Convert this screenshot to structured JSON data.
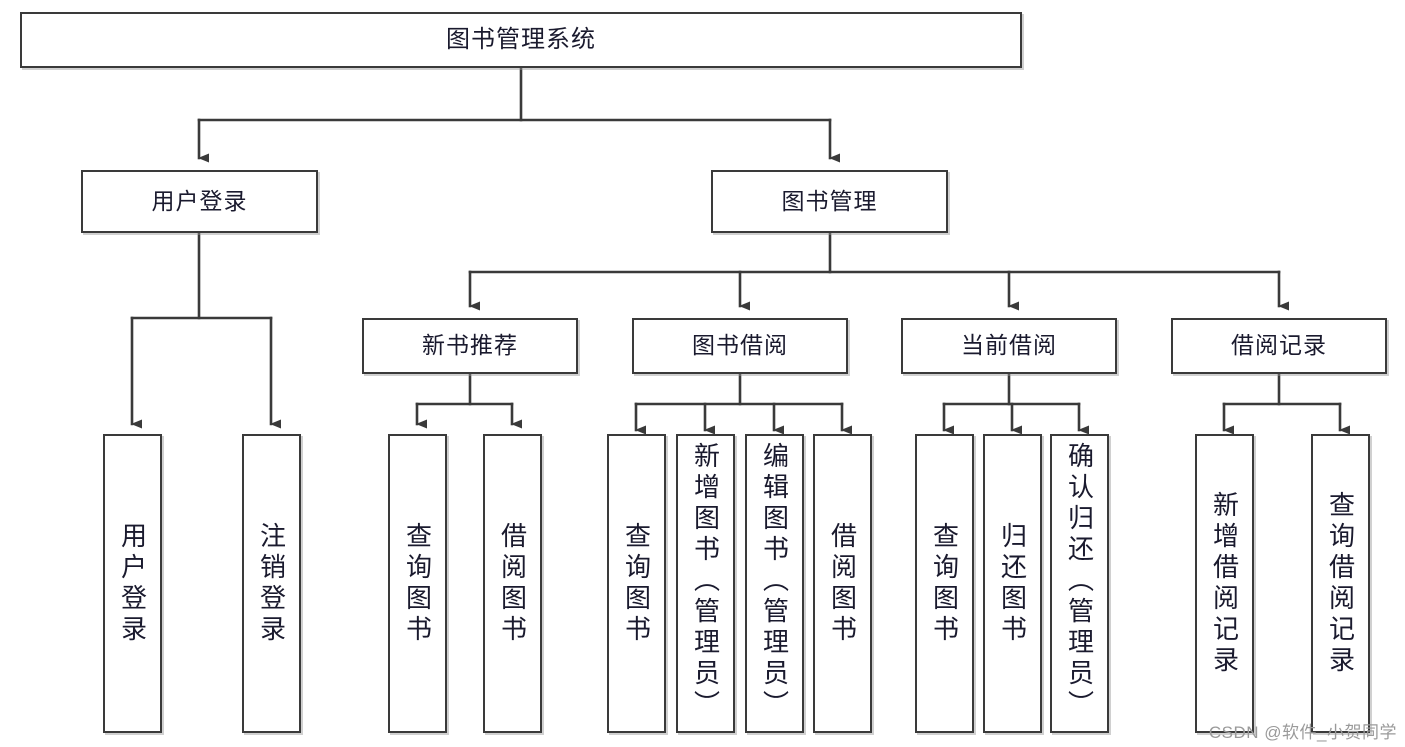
{
  "diagram": {
    "title": "图书管理系统",
    "type": "tree-hierarchy-chart",
    "root": {
      "id": "root",
      "label": "图书管理系统"
    },
    "level1": [
      {
        "id": "user-login",
        "label": "用户登录"
      },
      {
        "id": "book-manage",
        "label": "图书管理"
      }
    ],
    "level2": [
      {
        "id": "new-book-rec",
        "label": "新书推荐",
        "parent": "book-manage"
      },
      {
        "id": "book-borrow",
        "label": "图书借阅",
        "parent": "book-manage"
      },
      {
        "id": "current-borrow",
        "label": "当前借阅",
        "parent": "book-manage"
      },
      {
        "id": "borrow-record",
        "label": "借阅记录",
        "parent": "book-manage"
      }
    ],
    "leaves": [
      {
        "id": "leaf-user-login",
        "label": "用户登录",
        "parent": "user-login"
      },
      {
        "id": "leaf-logout",
        "label": "注销登录",
        "parent": "user-login"
      },
      {
        "id": "leaf-query-book-1",
        "label": "查询图书",
        "parent": "new-book-rec"
      },
      {
        "id": "leaf-borrow-book-1",
        "label": "借阅图书",
        "parent": "new-book-rec"
      },
      {
        "id": "leaf-query-book-2",
        "label": "查询图书",
        "parent": "book-borrow"
      },
      {
        "id": "leaf-add-book",
        "label": "新增图书（管理员）",
        "parent": "book-borrow"
      },
      {
        "id": "leaf-edit-book",
        "label": "编辑图书（管理员）",
        "parent": "book-borrow"
      },
      {
        "id": "leaf-borrow-book-2",
        "label": "借阅图书",
        "parent": "book-borrow"
      },
      {
        "id": "leaf-query-book-3",
        "label": "查询图书",
        "parent": "current-borrow"
      },
      {
        "id": "leaf-return-book",
        "label": "归还图书",
        "parent": "current-borrow"
      },
      {
        "id": "leaf-confirm-return",
        "label": "确认归还（管理员）",
        "parent": "current-borrow"
      },
      {
        "id": "leaf-add-record",
        "label": "新增借阅记录",
        "parent": "borrow-record"
      },
      {
        "id": "leaf-query-record",
        "label": "查询借阅记录",
        "parent": "borrow-record"
      }
    ],
    "colors": {
      "box_border": "#3a3a3a",
      "box_fill": "#ffffff",
      "connector": "#3a3a3a",
      "text": "#1a1a2e",
      "watermark": "#9a9a9a",
      "background": "#ffffff"
    }
  },
  "watermark": {
    "text": "CSDN @软件_小贺同学"
  }
}
